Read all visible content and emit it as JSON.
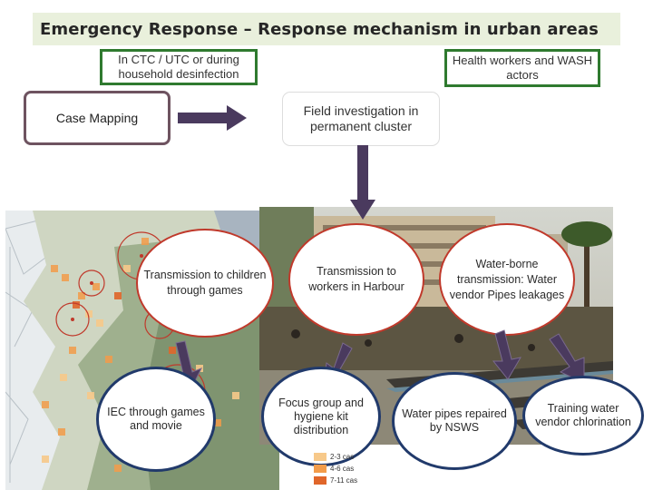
{
  "title": "Emergency Response – Response mechanism in urban areas",
  "boxes": {
    "ctc": "In CTC / UTC or during household desinfection",
    "health": "Health workers and WASH actors",
    "case_mapping": "Case Mapping",
    "field": "Field investigation in permanent cluster"
  },
  "circles": {
    "children": "Transmission to children through games",
    "harbour": "Transmission to workers in Harbour",
    "water": "Water-borne transmission: Water vendor Pipes leakages"
  },
  "actions": {
    "iec": "IEC through games and movie",
    "focus": "Focus group and hygiene kit distribution",
    "pipes": "Water pipes repaired by NSWS",
    "training": "Training water vendor chlorination"
  },
  "legend": [
    {
      "label": "2-3 cas",
      "color": "#f7c98a"
    },
    {
      "label": "4-6 cas",
      "color": "#f39c4a"
    },
    {
      "label": "7-11 cas",
      "color": "#e0662a"
    }
  ],
  "colors": {
    "title_bg": "#e9f0dc",
    "green_border": "#2f7a2f",
    "red_border": "#c0392b",
    "navy_border": "#213a6b",
    "arrow": "#4a3a5e"
  }
}
